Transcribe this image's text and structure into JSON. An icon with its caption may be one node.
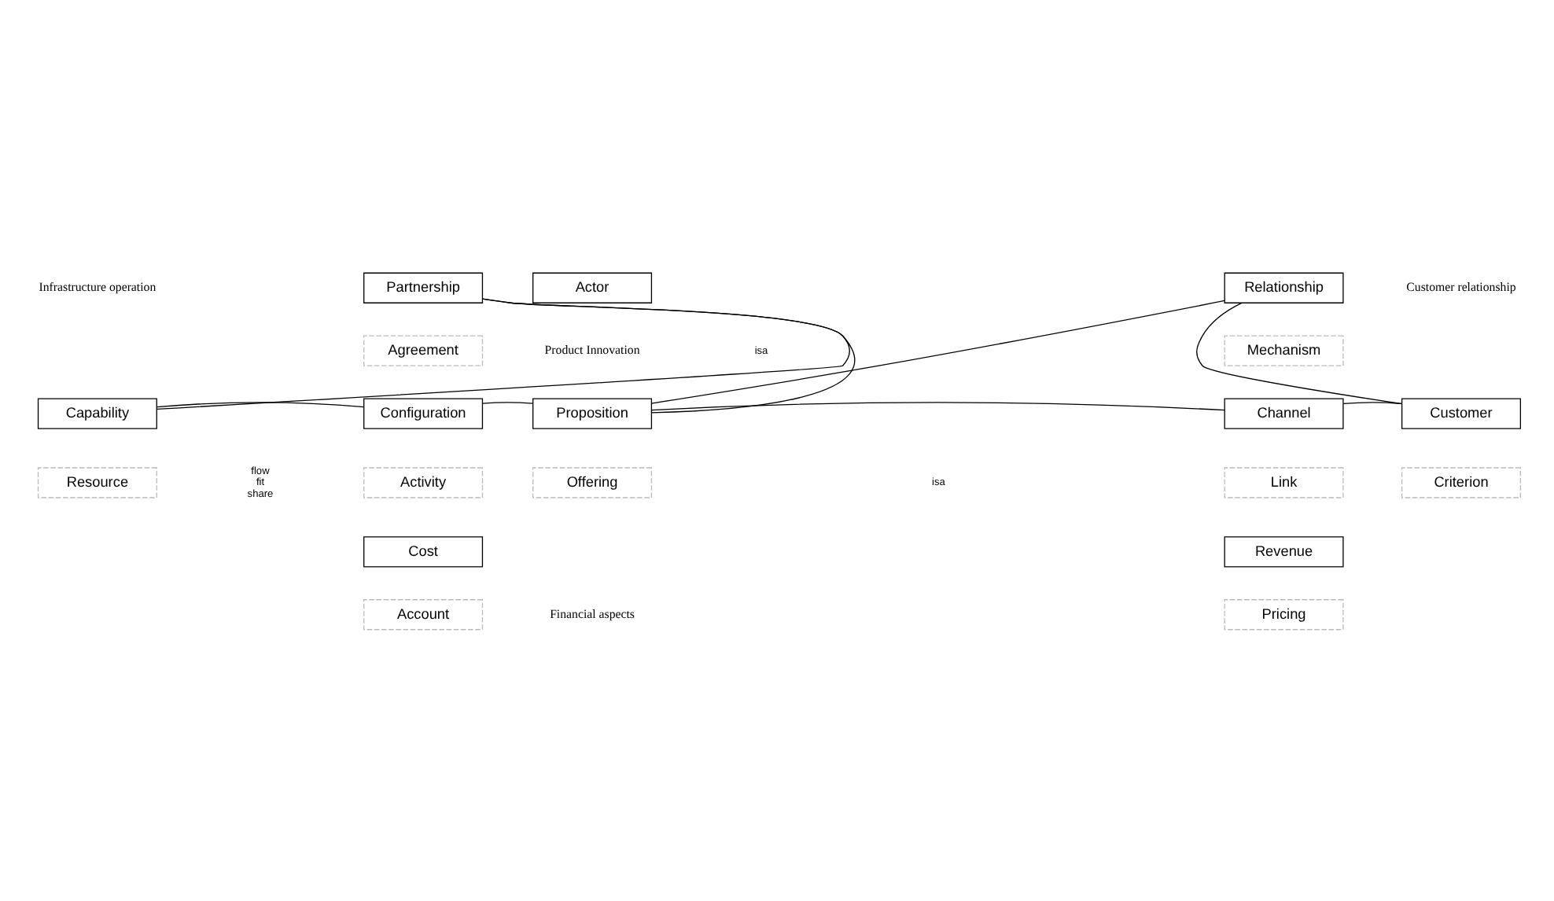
{
  "diagram": {
    "nodes": [
      {
        "text": [
          "Partnership"
        ]
      },
      {
        "text": [
          "Actor"
        ]
      },
      {
        "text": [
          "Relationship"
        ]
      },
      {
        "text": [
          "Agreement"
        ]
      },
      {
        "text": [
          "Mechanism"
        ]
      },
      {
        "text": [
          "Capability"
        ]
      },
      {
        "text": [
          "Configuration"
        ]
      },
      {
        "text": [
          "Proposition"
        ]
      },
      {
        "text": [
          "Channel"
        ]
      },
      {
        "text": [
          "Customer"
        ]
      },
      {
        "text": [
          "Resource"
        ]
      },
      {
        "text": [
          "Activity"
        ]
      },
      {
        "text": [
          "Offering"
        ]
      },
      {
        "text": [
          "Link"
        ]
      },
      {
        "text": [
          "Criterion"
        ]
      },
      {
        "text": [
          "Cost"
        ]
      },
      {
        "text": [
          "Revenue"
        ]
      },
      {
        "text": [
          "Account"
        ]
      },
      {
        "text": [
          "Pricing"
        ]
      }
    ],
    "edges": [
      {
        "from": 5,
        "to": 0,
        "arrow": "none"
      },
      {
        "from": 5,
        "to": 6,
        "arrow": "none"
      },
      {
        "from": 0,
        "to": 7,
        "arrow": "none"
      },
      {
        "from": 6,
        "to": 7,
        "arrow": "none"
      },
      {
        "from": 7,
        "to": 2,
        "arrow": "none"
      },
      {
        "from": 7,
        "to": 8,
        "arrow": "none"
      },
      {
        "from": 2,
        "to": 9,
        "arrow": "none"
      },
      {
        "from": 8,
        "to": 9,
        "arrow": "none"
      }
    ],
    "labels": [
      "Infrastructure operation",
      "Customer relationship",
      "Product Innovation",
      "isa",
      "isa",
      "flow fit share",
      "Financial aspects"
    ]
  }
}
